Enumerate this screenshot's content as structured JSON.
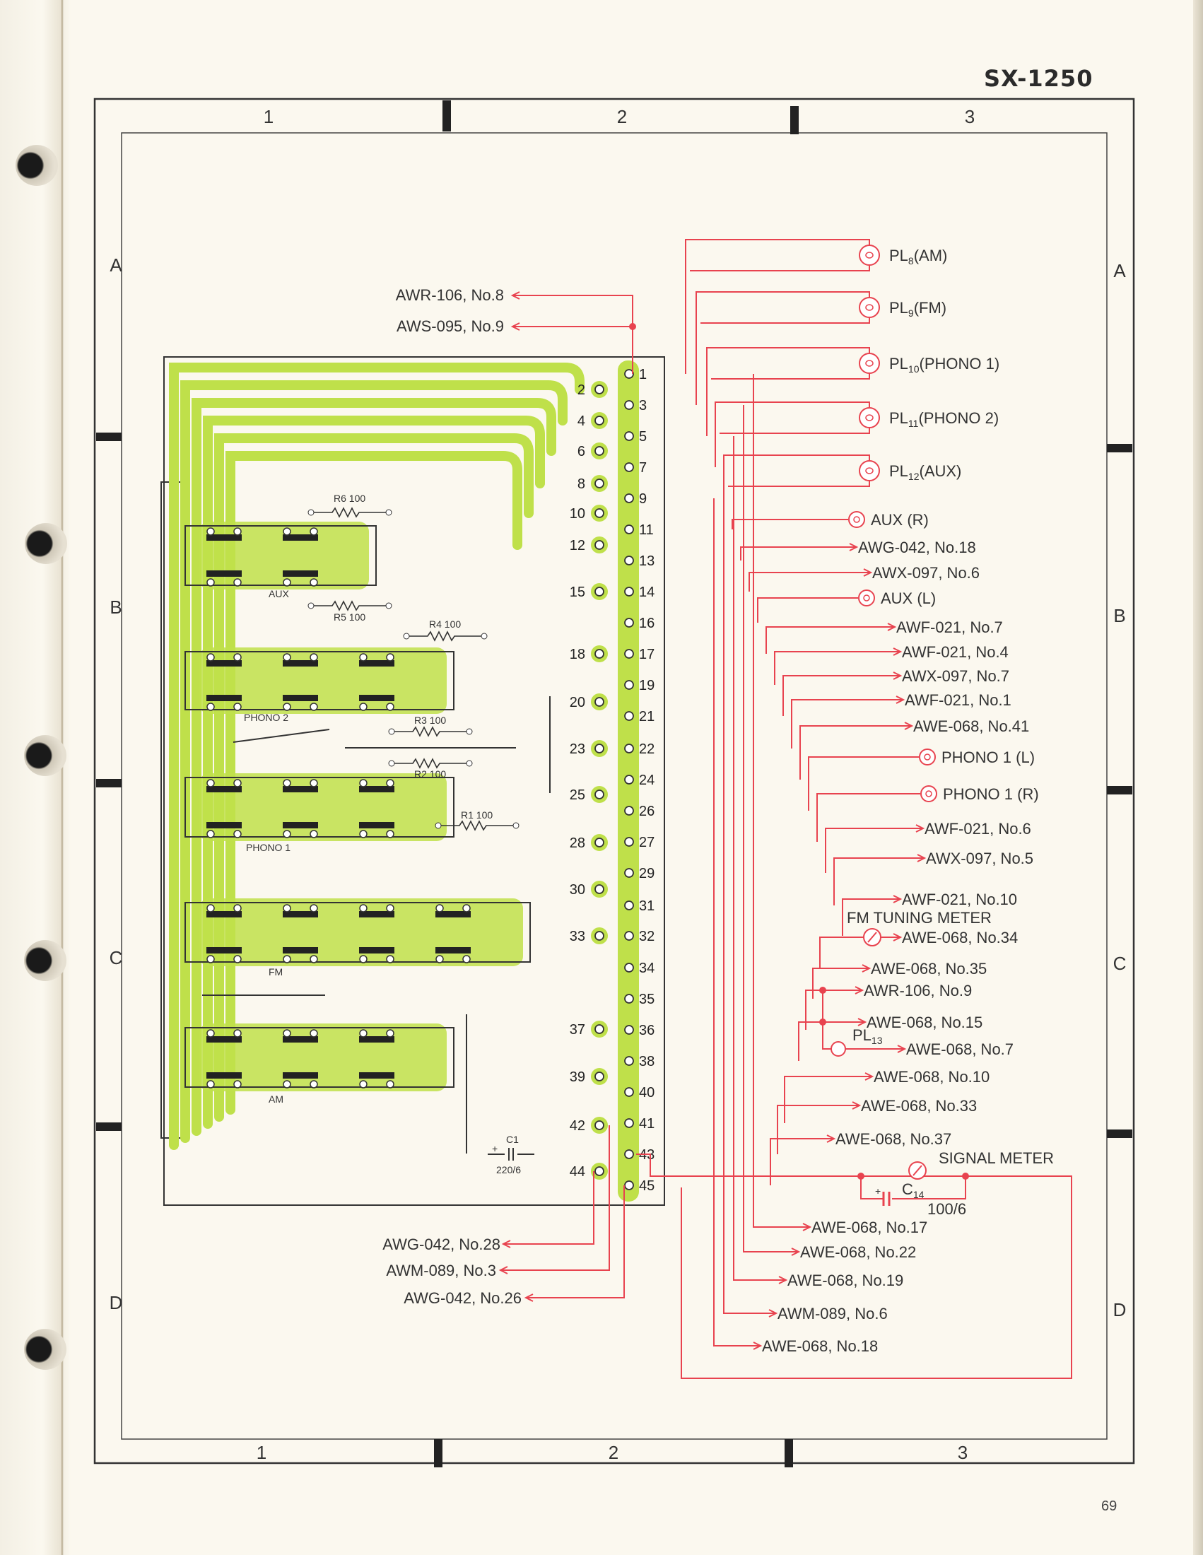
{
  "document": {
    "model": "SX-1250",
    "page_number": "69"
  },
  "grid": {
    "columns": [
      "1",
      "2",
      "3"
    ],
    "rows": [
      "A",
      "B",
      "C",
      "D"
    ]
  },
  "pcb": {
    "switch_labels": [
      "AUX",
      "PHONO 2",
      "PHONO 1",
      "FM",
      "AM"
    ],
    "components": [
      {
        "ref": "R6",
        "value": "100"
      },
      {
        "ref": "R5",
        "value": "100"
      },
      {
        "ref": "R4",
        "value": "100"
      },
      {
        "ref": "R3",
        "value": "100"
      },
      {
        "ref": "R2",
        "value": "100"
      },
      {
        "ref": "R1",
        "value": "100"
      },
      {
        "ref": "C1",
        "value": "220/6"
      }
    ],
    "inner_pins": [
      "2",
      "4",
      "6",
      "8",
      "10",
      "12",
      "15",
      "18",
      "20",
      "23",
      "25",
      "28",
      "30",
      "33",
      "37",
      "39",
      "42",
      "44"
    ],
    "outer_pins": [
      "1",
      "3",
      "5",
      "7",
      "9",
      "11",
      "13",
      "14",
      "16",
      "17",
      "19",
      "21",
      "22",
      "24",
      "26",
      "27",
      "29",
      "31",
      "32",
      "34",
      "35",
      "36",
      "38",
      "40",
      "41",
      "43",
      "45"
    ],
    "trace_color": "#bfe04a",
    "wire_color": "#e8434f"
  },
  "connections_left": [
    {
      "label": "AWR-106, No.8"
    },
    {
      "label": "AWS-095, No.9"
    },
    {
      "label": "AWG-042, No.28"
    },
    {
      "label": "AWM-089, No.3"
    },
    {
      "label": "AWG-042, No.26"
    }
  ],
  "connections_right": [
    {
      "kind": "lamp",
      "prefix": "PL",
      "sub": "8",
      "label": "(AM)"
    },
    {
      "kind": "lamp",
      "prefix": "PL",
      "sub": "9",
      "label": "(FM)"
    },
    {
      "kind": "lamp",
      "prefix": "PL",
      "sub": "10",
      "label": "(PHONO 1)"
    },
    {
      "kind": "lamp",
      "prefix": "PL",
      "sub": "11",
      "label": "(PHONO 2)"
    },
    {
      "kind": "lamp",
      "prefix": "PL",
      "sub": "12",
      "label": "(AUX)"
    },
    {
      "kind": "jack",
      "label": "AUX (R)"
    },
    {
      "kind": "arrow",
      "label": "AWG-042, No.18"
    },
    {
      "kind": "arrow",
      "label": "AWX-097, No.6"
    },
    {
      "kind": "jack",
      "label": "AUX (L)"
    },
    {
      "kind": "arrow",
      "label": "AWF-021, No.7"
    },
    {
      "kind": "arrow",
      "label": "AWF-021, No.4"
    },
    {
      "kind": "arrow",
      "label": "AWX-097, No.7"
    },
    {
      "kind": "arrow",
      "label": "AWF-021, No.1"
    },
    {
      "kind": "arrow",
      "label": "AWE-068, No.41"
    },
    {
      "kind": "jack",
      "label": "PHONO 1 (L)"
    },
    {
      "kind": "jack",
      "label": "PHONO 1 (R)"
    },
    {
      "kind": "arrow",
      "label": "AWF-021, No.6"
    },
    {
      "kind": "arrow",
      "label": "AWX-097, No.5"
    },
    {
      "kind": "arrow",
      "label": "AWF-021, No.10"
    },
    {
      "kind": "meter",
      "label": "AWE-068, No.34",
      "caption": "FM TUNING METER"
    },
    {
      "kind": "arrow",
      "label": "AWE-068, No.35"
    },
    {
      "kind": "arrow",
      "label": "AWR-106, No.9"
    },
    {
      "kind": "arrow",
      "label": "AWE-068, No.15"
    },
    {
      "kind": "lamp-small",
      "label": "AWE-068, No.7",
      "caption": "PL",
      "caption_sub": "13"
    },
    {
      "kind": "arrow",
      "label": "AWE-068, No.10"
    },
    {
      "kind": "arrow",
      "label": "AWE-068, No.33"
    },
    {
      "kind": "arrow",
      "label": "AWE-068, No.37"
    },
    {
      "kind": "arrow",
      "label": "AWE-068, No.17"
    },
    {
      "kind": "arrow",
      "label": "AWE-068, No.22"
    },
    {
      "kind": "arrow",
      "label": "AWE-068, No.19"
    },
    {
      "kind": "arrow",
      "label": "AWM-089, No.6"
    },
    {
      "kind": "arrow",
      "label": "AWE-068, No.18"
    }
  ],
  "signal_meter": {
    "caption": "SIGNAL METER",
    "capacitor_ref": "C",
    "capacitor_sub": "14",
    "capacitor_value": "100/6"
  }
}
